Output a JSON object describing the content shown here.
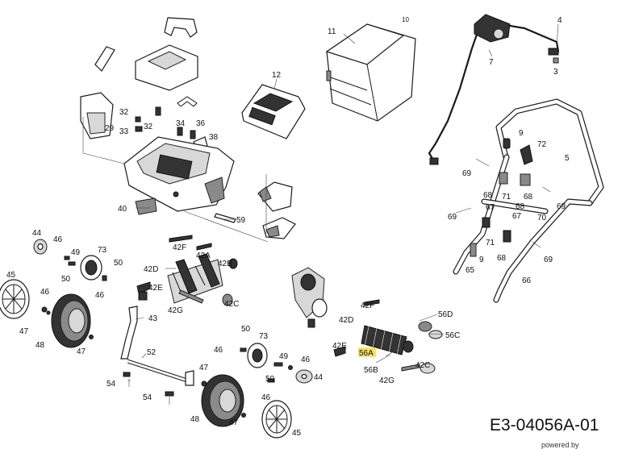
{
  "diagram": {
    "reference_code": "E3-04056A-01",
    "footer_text": "powered by",
    "highlight_color": "#f4e36a",
    "highlighted_part": "56A",
    "labels": {
      "l10": "10",
      "l11": "11",
      "l4": "4",
      "l7": "7",
      "l3": "3",
      "l12": "12",
      "l29": "29",
      "l32a": "32",
      "l32b": "32",
      "l33": "33",
      "l34": "34",
      "l36": "36",
      "l38": "38",
      "l40": "40",
      "l59": "59",
      "l9a": "9",
      "l72": "72",
      "l5": "5",
      "l69a": "69",
      "l68a": "68",
      "l71a": "71",
      "l68b": "68",
      "l69b": "69",
      "l68c": "68",
      "l67a": "67",
      "l69c": "69",
      "l67b": "67",
      "l70": "70",
      "l71b": "71",
      "l9b": "9",
      "l68d": "68",
      "l69d": "69",
      "l65": "65",
      "l66": "66",
      "l44a": "44",
      "l46a": "46",
      "l49a": "49",
      "l73a": "73",
      "l50a": "50",
      "l50b": "50",
      "l46b": "46",
      "l45a": "45",
      "l46c": "46",
      "l47a": "47",
      "l48a": "48",
      "l47b": "47",
      "l42Fa": "42F",
      "l42A": "42A",
      "l42D": "42D",
      "l42B": "42B",
      "l42Ea": "42E",
      "l42Ga": "42G",
      "l42Ca": "42C",
      "l43": "43",
      "l52": "52",
      "l54a": "54",
      "l54b": "54",
      "l50c": "50",
      "l46d": "46",
      "l73b": "73",
      "l49b": "49",
      "l46e": "46",
      "l50d": "50",
      "l44b": "44",
      "l47c": "47",
      "l48b": "48",
      "l46f": "46",
      "l47d": "47",
      "l45b": "45",
      "l42Fb": "42F",
      "l42Db": "42D",
      "l56D": "56D",
      "l56C": "56C",
      "l42Eb": "42E",
      "l56A": "56A",
      "l42Cb": "42C",
      "l56B": "56B",
      "l42Gb": "42G"
    }
  }
}
